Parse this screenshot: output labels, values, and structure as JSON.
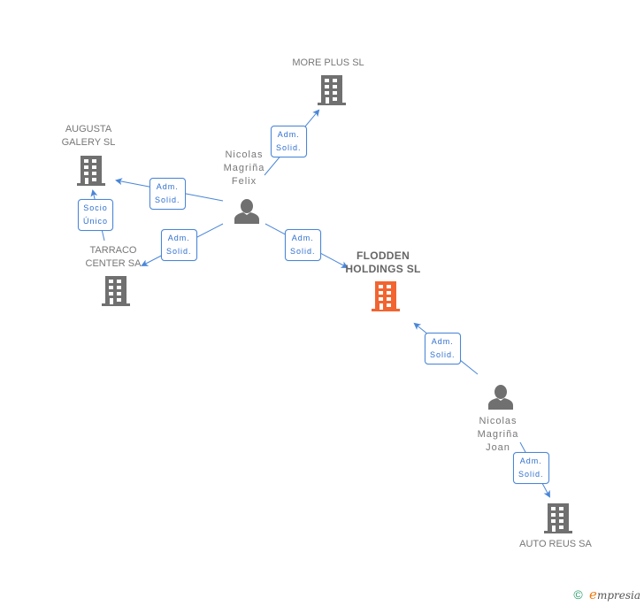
{
  "colors": {
    "edge": "#4a86d8",
    "company": "#707070",
    "focus_company": "#f26430",
    "person": "#707070",
    "label_text": "#777777"
  },
  "nodes": {
    "more_plus": {
      "label": "MORE PLUS SL",
      "type": "company",
      "icon": "building-icon"
    },
    "augusta": {
      "label_line1": "AUGUSTA",
      "label_line2": "GALERY SL",
      "type": "company",
      "icon": "building-icon"
    },
    "tarraco": {
      "label_line1": "TARRACO",
      "label_line2": "CENTER SA",
      "type": "company",
      "icon": "building-icon"
    },
    "flodden": {
      "label_line1": "FLODDEN",
      "label_line2": "HOLDINGS SL",
      "type": "focus-company",
      "icon": "building-icon"
    },
    "auto_reus": {
      "label": "AUTO REUS SA",
      "type": "company",
      "icon": "building-icon"
    },
    "nicolas_felix": {
      "label_line1": "Nicolas",
      "label_line2": "Magriña",
      "label_line3": "Felix",
      "type": "person",
      "icon": "person-icon"
    },
    "nicolas_joan": {
      "label_line1": "Nicolas",
      "label_line2": "Magriña",
      "label_line3": "Joan",
      "type": "person",
      "icon": "person-icon"
    }
  },
  "edges": [
    {
      "from": "Nicolas Magriña Felix",
      "to": "MORE PLUS SL",
      "line1": "Adm.",
      "line2": "Solid."
    },
    {
      "from": "Nicolas Magriña Felix",
      "to": "AUGUSTA GALERY SL",
      "line1": "Adm.",
      "line2": "Solid."
    },
    {
      "from": "Nicolas Magriña Felix",
      "to": "TARRACO CENTER SA",
      "line1": "Adm.",
      "line2": "Solid."
    },
    {
      "from": "Nicolas Magriña Felix",
      "to": "FLODDEN HOLDINGS SL",
      "line1": "Adm.",
      "line2": "Solid."
    },
    {
      "from": "TARRACO CENTER SA",
      "to": "AUGUSTA GALERY SL",
      "line1": "Socio",
      "line2": "Único"
    },
    {
      "from": "Nicolas Magriña Joan",
      "to": "FLODDEN HOLDINGS SL",
      "line1": "Adm.",
      "line2": "Solid."
    },
    {
      "from": "Nicolas Magriña Joan",
      "to": "AUTO REUS SA",
      "line1": "Adm.",
      "line2": "Solid."
    }
  ],
  "footer": {
    "copyright_symbol": "©",
    "brand_initial": "e",
    "brand_rest": "mpresia"
  }
}
